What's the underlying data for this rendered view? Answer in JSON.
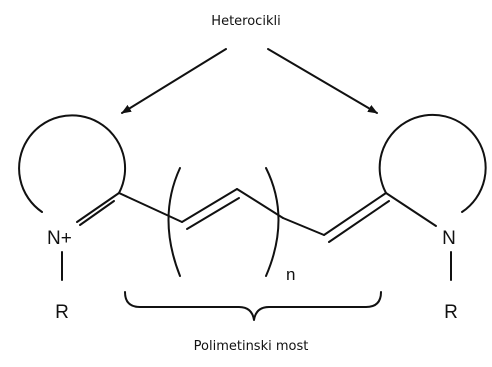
{
  "labels": {
    "top": "Heterocikli",
    "bottom": "Polimetinski most",
    "n_plus": "N+",
    "n": "N",
    "r_left": "R",
    "r_right": "R",
    "subscript_n": "n"
  },
  "colors": {
    "ink": "#111111",
    "background": "#ffffff"
  }
}
